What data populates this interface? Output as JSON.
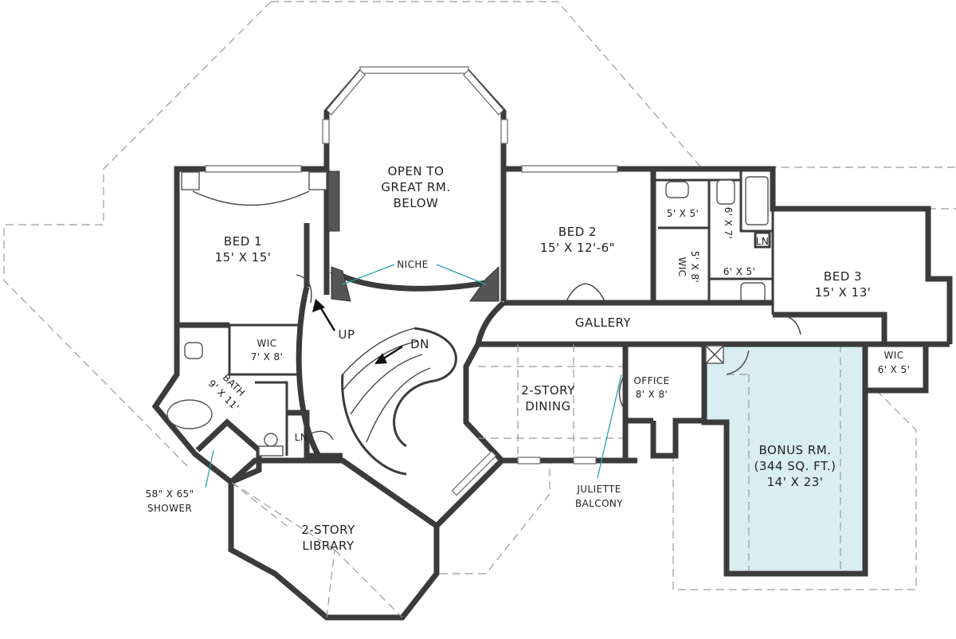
{
  "colors": {
    "bonus_fill": "#d8eef2",
    "wall": "#3b3b3b",
    "leader": "#2aa2b2"
  },
  "rooms": {
    "great_room": [
      "OPEN TO",
      "GREAT RM.",
      "BELOW"
    ],
    "bed1": [
      "BED 1",
      "15' X 15'"
    ],
    "bed2": [
      "BED 2",
      "15' X 12'-6\""
    ],
    "bed3": [
      "BED 3",
      "15' X 13'"
    ],
    "wic_bed1": [
      "WIC",
      "7' X 8'"
    ],
    "wic_bed2": [
      "WIC",
      "5' X 8'"
    ],
    "wic_bed3": [
      "WIC",
      "6' X 5'"
    ],
    "bath1": [
      "9' X 11'",
      "BATH"
    ],
    "bath_a": "5' X 5'",
    "bath_b": "6' X 7'",
    "bath_c": "6' X 5'",
    "linen": "LN",
    "linen2": "LN",
    "gallery": "GALLERY",
    "dining": [
      "2-STORY",
      "DINING"
    ],
    "office": [
      "OFFICE",
      "8' X 8'"
    ],
    "bonus": [
      "BONUS RM.",
      "(344 SQ. FT.)",
      "14' X 23'"
    ],
    "library": [
      "2-STORY",
      "LIBRARY"
    ]
  },
  "annotations": {
    "niche": "NICHE",
    "up": "UP",
    "down": "DN",
    "shower": [
      "58\" X 65\"",
      "SHOWER"
    ],
    "juliette": [
      "JULIETTE",
      "BALCONY"
    ]
  }
}
